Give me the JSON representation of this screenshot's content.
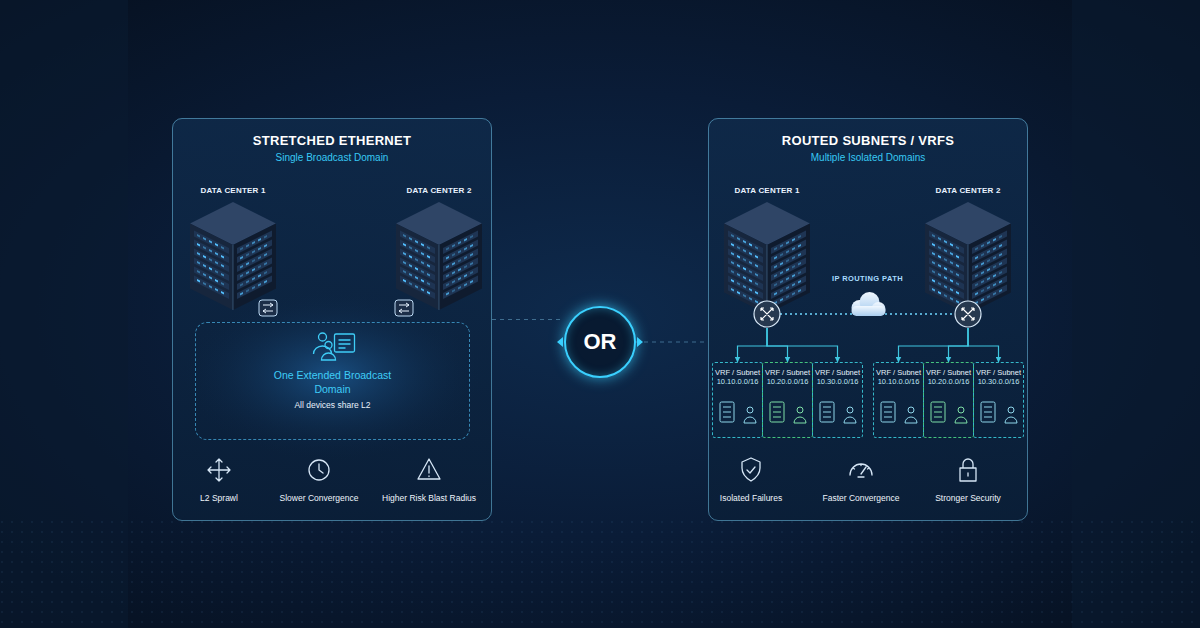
{
  "diagram": {
    "nodes": [
      {
        "text": [
          "STRETCHED ETHERNET",
          "Single Broadcast Domain"
        ]
      },
      {
        "text": [
          "DATA CENTER 1"
        ],
        "in": 0
      },
      {
        "text": [
          "DATA CENTER 2"
        ],
        "in": 0
      },
      {
        "text": [
          "One Extended Broadcast Domain",
          "All devices share L2"
        ],
        "in": 0
      },
      {
        "text": [
          "OR"
        ]
      },
      {
        "text": [
          "ROUTED SUBNETS / VRFS",
          "Multiple Isolated Domains"
        ]
      },
      {
        "text": [
          "DATA CENTER 1"
        ],
        "in": 5
      },
      {
        "text": [
          "DATA CENTER 2"
        ],
        "in": 5
      },
      {
        "text": [
          "VRF / Subnet",
          "10.10.0.0/16"
        ],
        "in": 5
      },
      {
        "text": [
          "VRF / Subnet",
          "10.20.0.0/16"
        ],
        "in": 5
      },
      {
        "text": [
          "VRF / Subnet",
          "10.30.0.0/16"
        ],
        "in": 5
      },
      {
        "text": [
          "VRF / Subnet",
          "10.10.0.0/16"
        ],
        "in": 5
      },
      {
        "text": [
          "VRF / Subnet",
          "10.20.0.0/16"
        ],
        "in": 5
      },
      {
        "text": [
          "VRF / Subnet",
          "10.30.0.0/16"
        ],
        "in": 5
      }
    ],
    "edges": [
      {
        "from": 1,
        "to": 2,
        "arrow": "none"
      },
      {
        "from": 0,
        "to": 4,
        "arrow": "none"
      },
      {
        "from": 4,
        "to": 5,
        "arrow": "none"
      },
      {
        "from": 6,
        "to": 7,
        "label": "IP ROUTING PATH",
        "arrow": "none"
      },
      {
        "from": 6,
        "to": 8,
        "arrow": "to"
      },
      {
        "from": 6,
        "to": 9,
        "arrow": "to"
      },
      {
        "from": 6,
        "to": 10,
        "arrow": "to"
      },
      {
        "from": 7,
        "to": 11,
        "arrow": "to"
      },
      {
        "from": 7,
        "to": 12,
        "arrow": "to"
      },
      {
        "from": 7,
        "to": 13,
        "arrow": "to"
      }
    ],
    "labels": [
      "L2 Sprawl",
      "Slower Convergence",
      "Higher Risk Blast Radius",
      "Isolated Failures",
      "Faster Convergence",
      "Stronger Security"
    ]
  }
}
